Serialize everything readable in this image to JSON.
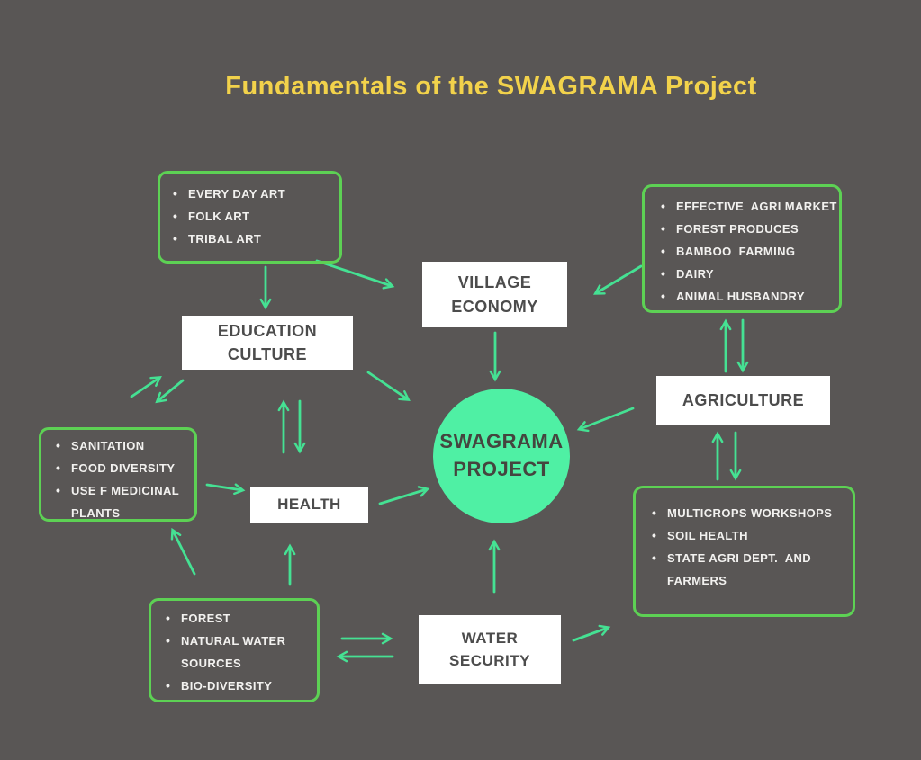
{
  "title": "Fundamentals of the SWAGRAMA Project",
  "center_node": {
    "label": "SWAGRAMA\nPROJECT"
  },
  "label_nodes": {
    "village_economy": "VILLAGE\nECONOMY",
    "education_culture": "EDUCATION\nCULTURE",
    "agriculture": "AGRICULTURE",
    "health": "HEALTH",
    "water_security": "WATER\nSECURITY"
  },
  "bullet_boxes": {
    "arts": {
      "items": [
        "EVERY DAY ART",
        "FOLK ART",
        "TRIBAL ART"
      ]
    },
    "agri_market": {
      "items": [
        "EFFECTIVE  AGRI MARKET",
        "FOREST PRODUCES",
        "BAMBOO  FARMING",
        "DAIRY",
        "ANIMAL HUSBANDRY"
      ]
    },
    "sanitation": {
      "items": [
        "SANITATION",
        "FOOD DIVERSITY",
        "USE F MEDICINAL PLANTS"
      ]
    },
    "forest": {
      "items": [
        "FOREST",
        "NATURAL WATER SOURCES",
        "BIO-DIVERSITY"
      ]
    },
    "multicrops": {
      "items": [
        "MULTICROPS WORKSHOPS",
        "SOIL HEALTH",
        "STATE AGRI DEPT.  AND FARMERS"
      ]
    }
  },
  "connections": [
    {
      "from": "arts",
      "to": "education_culture",
      "bidirectional": false
    },
    {
      "from": "arts",
      "to": "village_economy",
      "bidirectional": false
    },
    {
      "from": "agri_market",
      "to": "village_economy",
      "bidirectional": false
    },
    {
      "from": "village_economy",
      "to": "swagrama_project",
      "bidirectional": false
    },
    {
      "from": "education_culture",
      "to": "sanitation",
      "bidirectional": true
    },
    {
      "from": "education_culture",
      "to": "swagrama_project",
      "bidirectional": false
    },
    {
      "from": "education_culture",
      "to": "health",
      "bidirectional": true
    },
    {
      "from": "sanitation",
      "to": "health",
      "bidirectional": false
    },
    {
      "from": "health",
      "to": "swagrama_project",
      "bidirectional": false
    },
    {
      "from": "forest",
      "to": "sanitation",
      "bidirectional": false
    },
    {
      "from": "forest",
      "to": "health",
      "bidirectional": false
    },
    {
      "from": "forest",
      "to": "water_security",
      "bidirectional": true
    },
    {
      "from": "water_security",
      "to": "swagrama_project",
      "bidirectional": false
    },
    {
      "from": "water_security",
      "to": "multicrops",
      "bidirectional": false
    },
    {
      "from": "agri_market",
      "to": "agriculture",
      "bidirectional": true
    },
    {
      "from": "agriculture",
      "to": "swagrama_project",
      "bidirectional": false
    },
    {
      "from": "agriculture",
      "to": "multicrops",
      "bidirectional": true
    }
  ],
  "colors": {
    "background": "#595655",
    "title_text": "#f2d24b",
    "box_border_green": "#5dd154",
    "arrow_green": "#45e193",
    "circle_fill_green": "#4ff0a4",
    "node_background": "#ffffff",
    "node_text": "#4c4c4c",
    "bullet_text": "#f2f1ef"
  }
}
